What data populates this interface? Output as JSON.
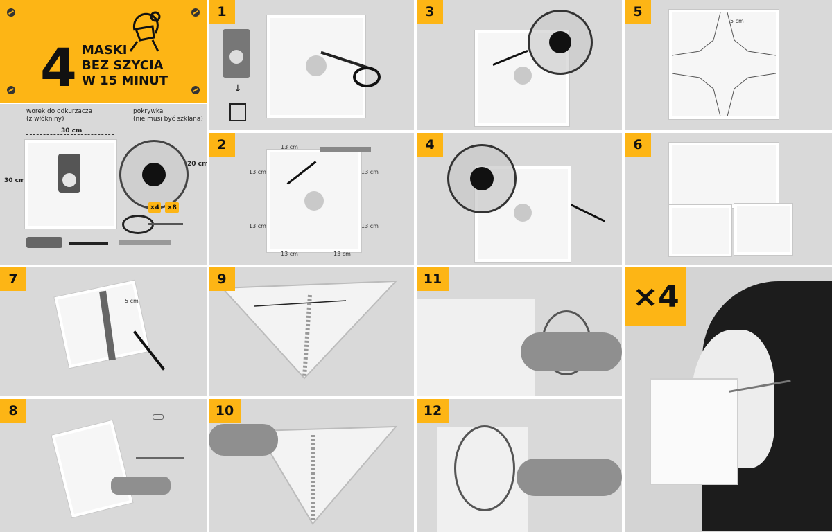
{
  "title": {
    "number": "4",
    "lines": [
      "MASKI",
      "BEZ SZYCIA",
      "W 15 MINUT"
    ],
    "accent": "#fdb515"
  },
  "materials": {
    "bag_label": "worek do odkurzacza",
    "bag_sublabel": "(z włókniny)",
    "lid_label": "pokrywka",
    "lid_sublabel": "(nie musi być szklana)",
    "bag_width": "30 cm",
    "bag_height": "30 cm",
    "lid_diameter": "20 cm",
    "clips_count": "×4",
    "bands_count": "×8"
  },
  "steps": [
    {
      "num": "1"
    },
    {
      "num": "2"
    },
    {
      "num": "3"
    },
    {
      "num": "4"
    },
    {
      "num": "5"
    },
    {
      "num": "6"
    },
    {
      "num": "7"
    },
    {
      "num": "8"
    },
    {
      "num": "9"
    },
    {
      "num": "10"
    },
    {
      "num": "11"
    },
    {
      "num": "12"
    }
  ],
  "step2": {
    "m13": "13 cm"
  },
  "step5": {
    "m5": "5 cm"
  },
  "step7": {
    "m5": "5 cm"
  },
  "result": {
    "count": "×4"
  },
  "icons": [
    "recycle-bin-icon",
    "arrow-down-icon",
    "mask-woman-icon",
    "screw-icon"
  ]
}
